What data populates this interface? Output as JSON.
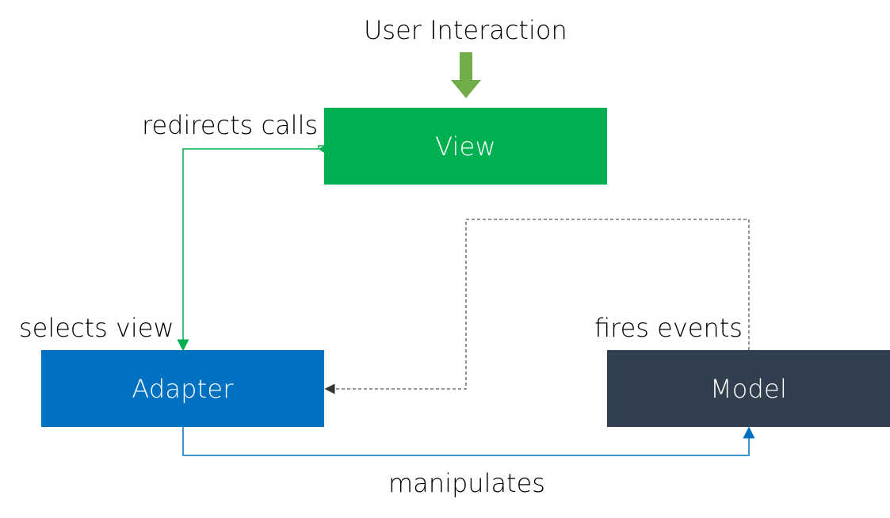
{
  "labels": {
    "user_interaction": "User Interaction",
    "redirects_calls": "redirects calls",
    "selects_view": "selects view",
    "fires_events": "fires events",
    "manipulates": "manipulates"
  },
  "boxes": {
    "view": "View",
    "adapter": "Adapter",
    "model": "Model"
  },
  "colors": {
    "view": "#00b050",
    "adapter": "#0070c0",
    "model": "#323f4f",
    "user_arrow": "#70ad47",
    "redirect_connector": "#00b050",
    "manipulate_connector": "#0070c0",
    "event_connector": "#595959"
  }
}
